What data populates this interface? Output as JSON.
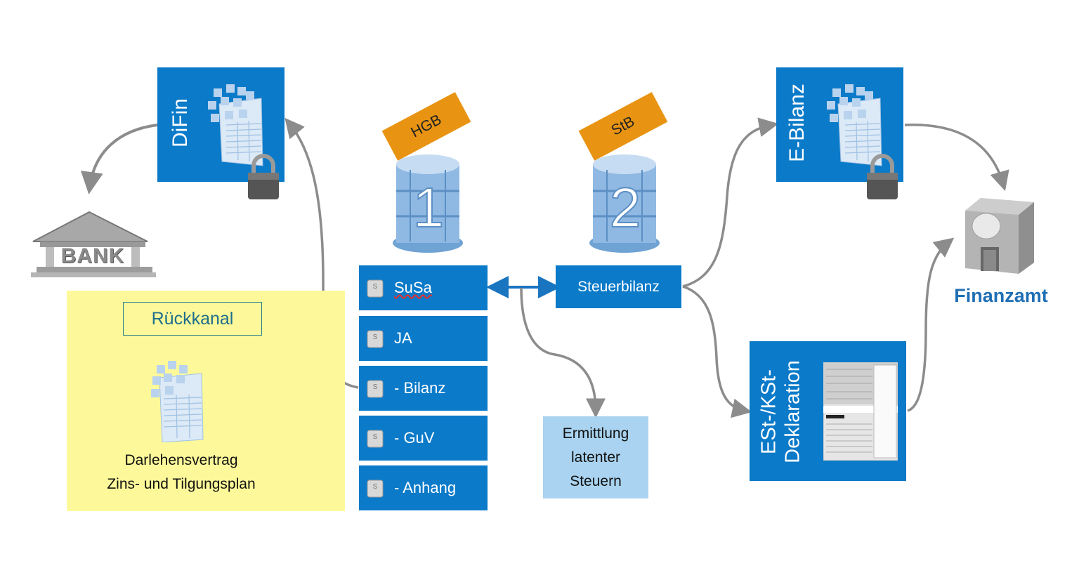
{
  "difin": {
    "label": "DiFin",
    "icons": [
      "spreadsheet-icon",
      "padlock-icon"
    ]
  },
  "bank": {
    "label": "BANK"
  },
  "rueckkanal": {
    "title": "Rückkanal",
    "doc_line1": "Darlehensvertrag",
    "doc_line2": "Zins- und Tilgungsplan"
  },
  "db1": {
    "tag": "HGB",
    "number": "1"
  },
  "db2": {
    "tag": "StB",
    "number": "2"
  },
  "hgb_items": [
    {
      "label": "SuSa"
    },
    {
      "label": "JA"
    },
    {
      "label": "- Bilanz"
    },
    {
      "label": "- GuV"
    },
    {
      "label": "- Anhang"
    }
  ],
  "steuerbilanz": {
    "label": "Steuerbilanz"
  },
  "latente": {
    "line1": "Ermittlung",
    "line2": "latenter",
    "line3": "Steuern"
  },
  "ebilanz": {
    "label": "E-Bilanz"
  },
  "deklaration": {
    "line1": "ESt-/KSt-",
    "line2": "Deklaration"
  },
  "finanzamt": {
    "label": "Finanzamt"
  },
  "colors": {
    "blue": "#0a7ac9",
    "orange_tag": "#e89412",
    "yellow_area": "#fdf99a",
    "light_blue": "#a9d3f0",
    "arrow_gray": "#8c8c8c",
    "finanzamt_text": "#1f6fb5"
  }
}
